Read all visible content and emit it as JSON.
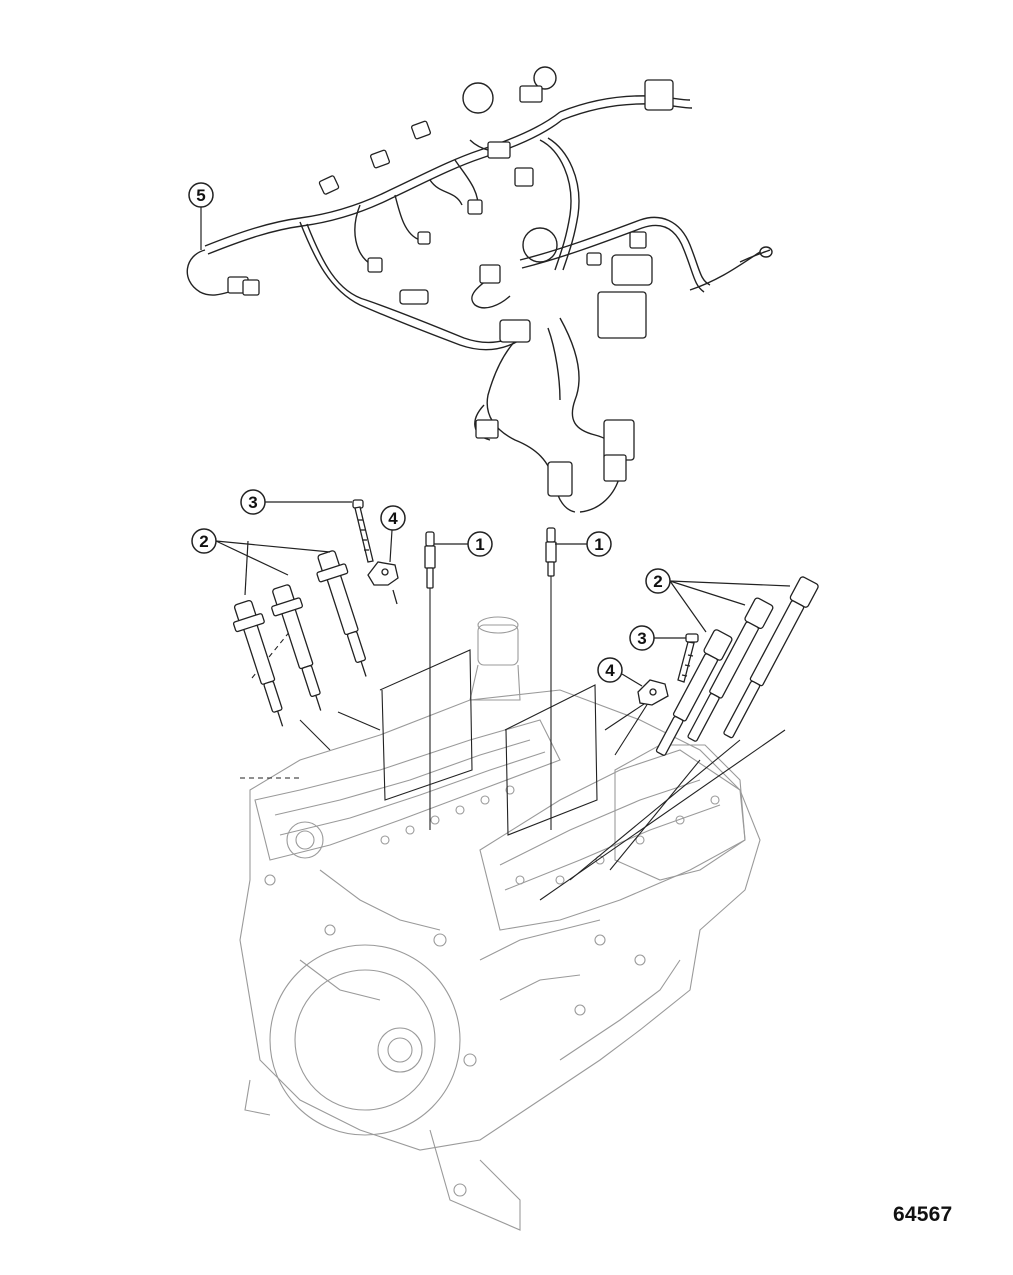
{
  "figure_number": "64567",
  "callouts": [
    {
      "label": "5",
      "part": "wiring-harness"
    },
    {
      "label": "3",
      "part": "injector-clamp-bolt-left"
    },
    {
      "label": "4",
      "part": "injector-clamp-left"
    },
    {
      "label": "2",
      "part": "fuel-injectors-left-bank"
    },
    {
      "label": "1",
      "part": "glow-plug-left"
    },
    {
      "label": "1",
      "part": "glow-plug-right"
    },
    {
      "label": "2",
      "part": "fuel-injectors-right-bank"
    },
    {
      "label": "3",
      "part": "injector-clamp-bolt-right"
    },
    {
      "label": "4",
      "part": "injector-clamp-right"
    }
  ]
}
